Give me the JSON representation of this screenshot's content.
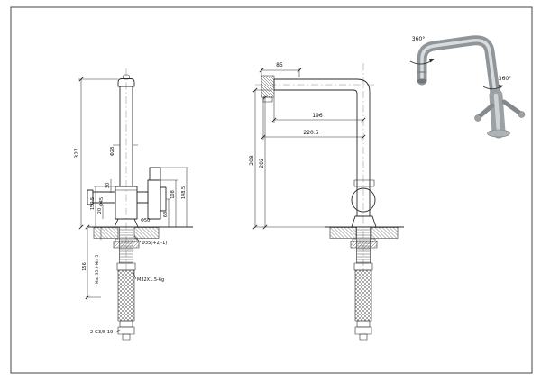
{
  "front_view": {
    "overall_height": "327",
    "spout_diameter": "Φ28",
    "dim_150_5": "150.5",
    "body_diameter": "Φ45",
    "dim_30": "30",
    "dim_20": "20",
    "dim_108": "108",
    "dim_148_5": "148.5",
    "dim_63": "63",
    "base_diameter": "Φ50",
    "hole_diameter": "Φ35(+2/-1)",
    "dim_156": "156",
    "deck_range": "Max 35.5-Min 5",
    "thread_spec": "M32X1.5-6g",
    "hose_spec": "2-G3/8-19"
  },
  "side_view": {
    "dim_85": "85",
    "dim_196": "196",
    "dim_220_5": "220.5",
    "dim_208": "208",
    "dim_202": "202"
  },
  "iso_view": {
    "spout_rotation": "360°",
    "body_rotation": "360°"
  }
}
